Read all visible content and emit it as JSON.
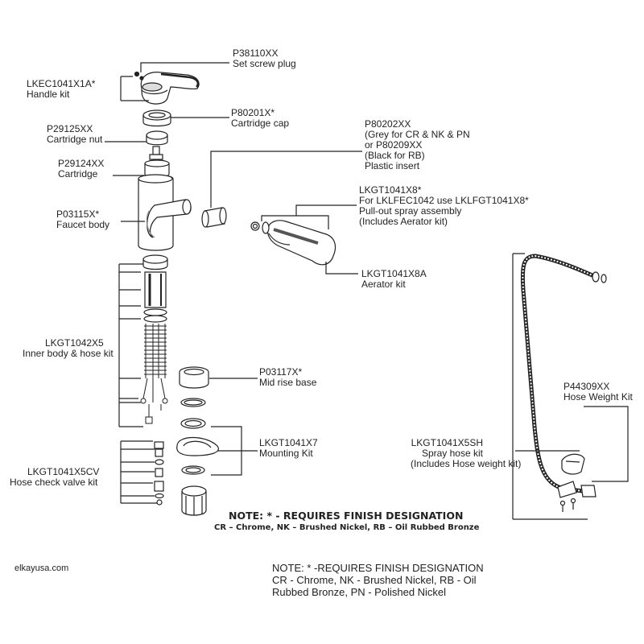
{
  "parts": {
    "set_screw": {
      "code": "P38110XX",
      "desc": "Set screw plug"
    },
    "handle_kit": {
      "code": "LKEC1041X1A*",
      "desc": "Handle kit"
    },
    "cartridge_cap": {
      "code": "P80201X*",
      "desc": "Cartridge cap"
    },
    "cartridge_nut": {
      "code": "P29125XX",
      "desc": "Cartridge nut"
    },
    "plastic_insert": {
      "lines": [
        "P80202XX",
        "(Grey for CR & NK & PN",
        "or P80209XX",
        "(Black for RB)",
        "Plastic insert"
      ]
    },
    "cartridge": {
      "code": "P29124XX",
      "desc": "Cartridge"
    },
    "pullout_spray": {
      "lines": [
        "LKGT1041X8*",
        "For LKLFEC1042 use LKLFGT1041X8*",
        "Pull-out spray assembly",
        "(Includes Aerator kit)"
      ]
    },
    "faucet_body": {
      "code": "P03115X*",
      "desc": "Faucet body"
    },
    "aerator_kit": {
      "code": "LKGT1041X8A",
      "desc": "Aerator kit"
    },
    "inner_body": {
      "code": "LKGT1042X5",
      "desc": "Inner body & hose kit"
    },
    "mid_rise_base": {
      "code": "P03117X*",
      "desc": "Mid rise base"
    },
    "hose_weight": {
      "code": "P44309XX",
      "desc": "Hose Weight Kit"
    },
    "mounting_kit": {
      "code": "LKGT1041X7",
      "desc": "Mounting Kit"
    },
    "spray_hose": {
      "lines": [
        "LKGT1041X5SH",
        "Spray hose kit",
        "(Includes Hose weight kit)"
      ]
    },
    "check_valve": {
      "code": "LKGT1041X5CV",
      "desc": "Hose check valve kit"
    }
  },
  "note_bold": {
    "line1": "NOTE: * - REQUIRES FINISH DESIGNATION",
    "line2": "CR – Chrome, NK – Brushed Nickel, RB – Oil Rubbed Bronze"
  },
  "footer": {
    "website": "elkayusa.com",
    "note_lines": [
      "NOTE: * -REQUIRES FINISH DESIGNATION",
      "CR - Chrome, NK - Brushed Nickel, RB - Oil",
      "Rubbed Bronze, PN - Polished Nickel"
    ]
  },
  "colors": {
    "line": "#222222",
    "part_fill": "#ffffff",
    "shade": "#9a9a9a",
    "dark": "#333333"
  }
}
